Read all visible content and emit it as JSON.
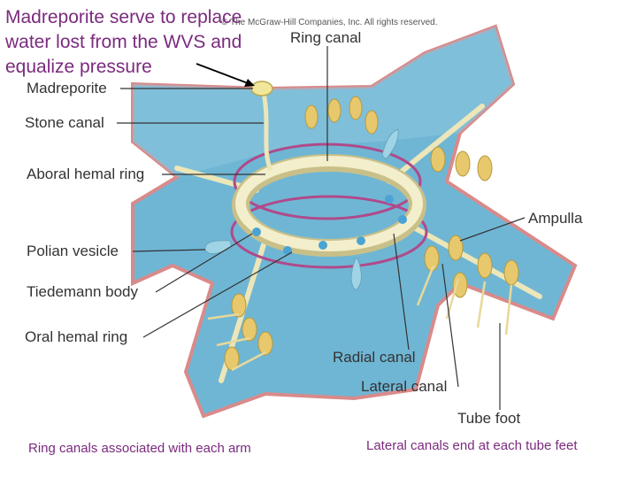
{
  "colors": {
    "note_text": "#7b2a7e",
    "label_text": "#333333",
    "body_tissue": "#6fb6d4",
    "tissue_edge": "#d98a8a",
    "ring_canal": "#ece6b8",
    "hemal": "#b04a8a",
    "ampulla": "#e7c86c",
    "polian": "#9fd3e6"
  },
  "note": {
    "line1": "Madreporite serve to replace",
    "line2": "water lost from the WVS and",
    "line3": "equalize pressure"
  },
  "copyright": "© The McGraw-Hill Companies, Inc. All rights reserved.",
  "labels": {
    "ring_canal": "Ring canal",
    "madreporite": "Madreporite",
    "stone_canal": "Stone canal",
    "aboral_hemal_ring": "Aboral hemal ring",
    "ampulla": "Ampulla",
    "polian_vesicle": "Polian vesicle",
    "tiedemann_body": "Tiedemann body",
    "oral_hemal_ring": "Oral hemal ring",
    "radial_canal": "Radial canal",
    "lateral_canal": "Lateral canal",
    "tube_foot": "Tube foot"
  },
  "captions": {
    "left": "Ring canals associated with each arm",
    "right": "Lateral canals end at each tube feet"
  }
}
